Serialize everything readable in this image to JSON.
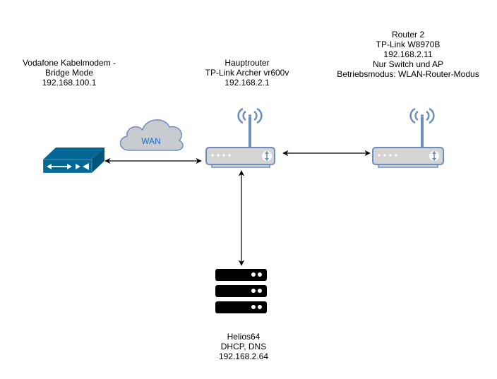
{
  "diagram": {
    "nodes": [
      {
        "id": "modem",
        "icon": "cable-modem-icon",
        "lines": [
          "Vodafone Kabelmodem -",
          "Bridge Mode",
          "192.168.100.1"
        ]
      },
      {
        "id": "main-router",
        "icon": "wireless-router-icon",
        "lines": [
          "Hauptrouter",
          "TP-Link Archer vr600v",
          "192.168.2.1"
        ]
      },
      {
        "id": "router-2",
        "icon": "wireless-router-icon",
        "lines": [
          "Router 2",
          "TP-Link W8970B",
          "192.168.2.11",
          "Nur Switch und AP",
          "Betriebsmodus: WLAN-Router-Modus"
        ]
      },
      {
        "id": "server",
        "icon": "server-rack-icon",
        "lines": [
          "Helios64",
          "DHCP, DNS",
          "192.168.2.64"
        ]
      },
      {
        "id": "wan",
        "icon": "cloud-icon",
        "lines": [
          "WAN"
        ]
      }
    ],
    "edges": [
      {
        "from": "modem",
        "to": "main-router",
        "style": "bidirectional-arrow"
      },
      {
        "from": "main-router",
        "to": "router-2",
        "style": "bidirectional-arrow"
      },
      {
        "from": "main-router",
        "to": "server",
        "style": "bidirectional-arrow"
      }
    ],
    "colors": {
      "modem_fill": "#036897",
      "router_fill": "#d4d4d4",
      "router_stroke": "#6c8ebf",
      "cloud_fill": "#c8cbd0",
      "cloud_stroke": "#6c8ebf",
      "cloud_text": "#1c6dd0",
      "server_fill": "#000000",
      "edge": "#000000"
    }
  }
}
